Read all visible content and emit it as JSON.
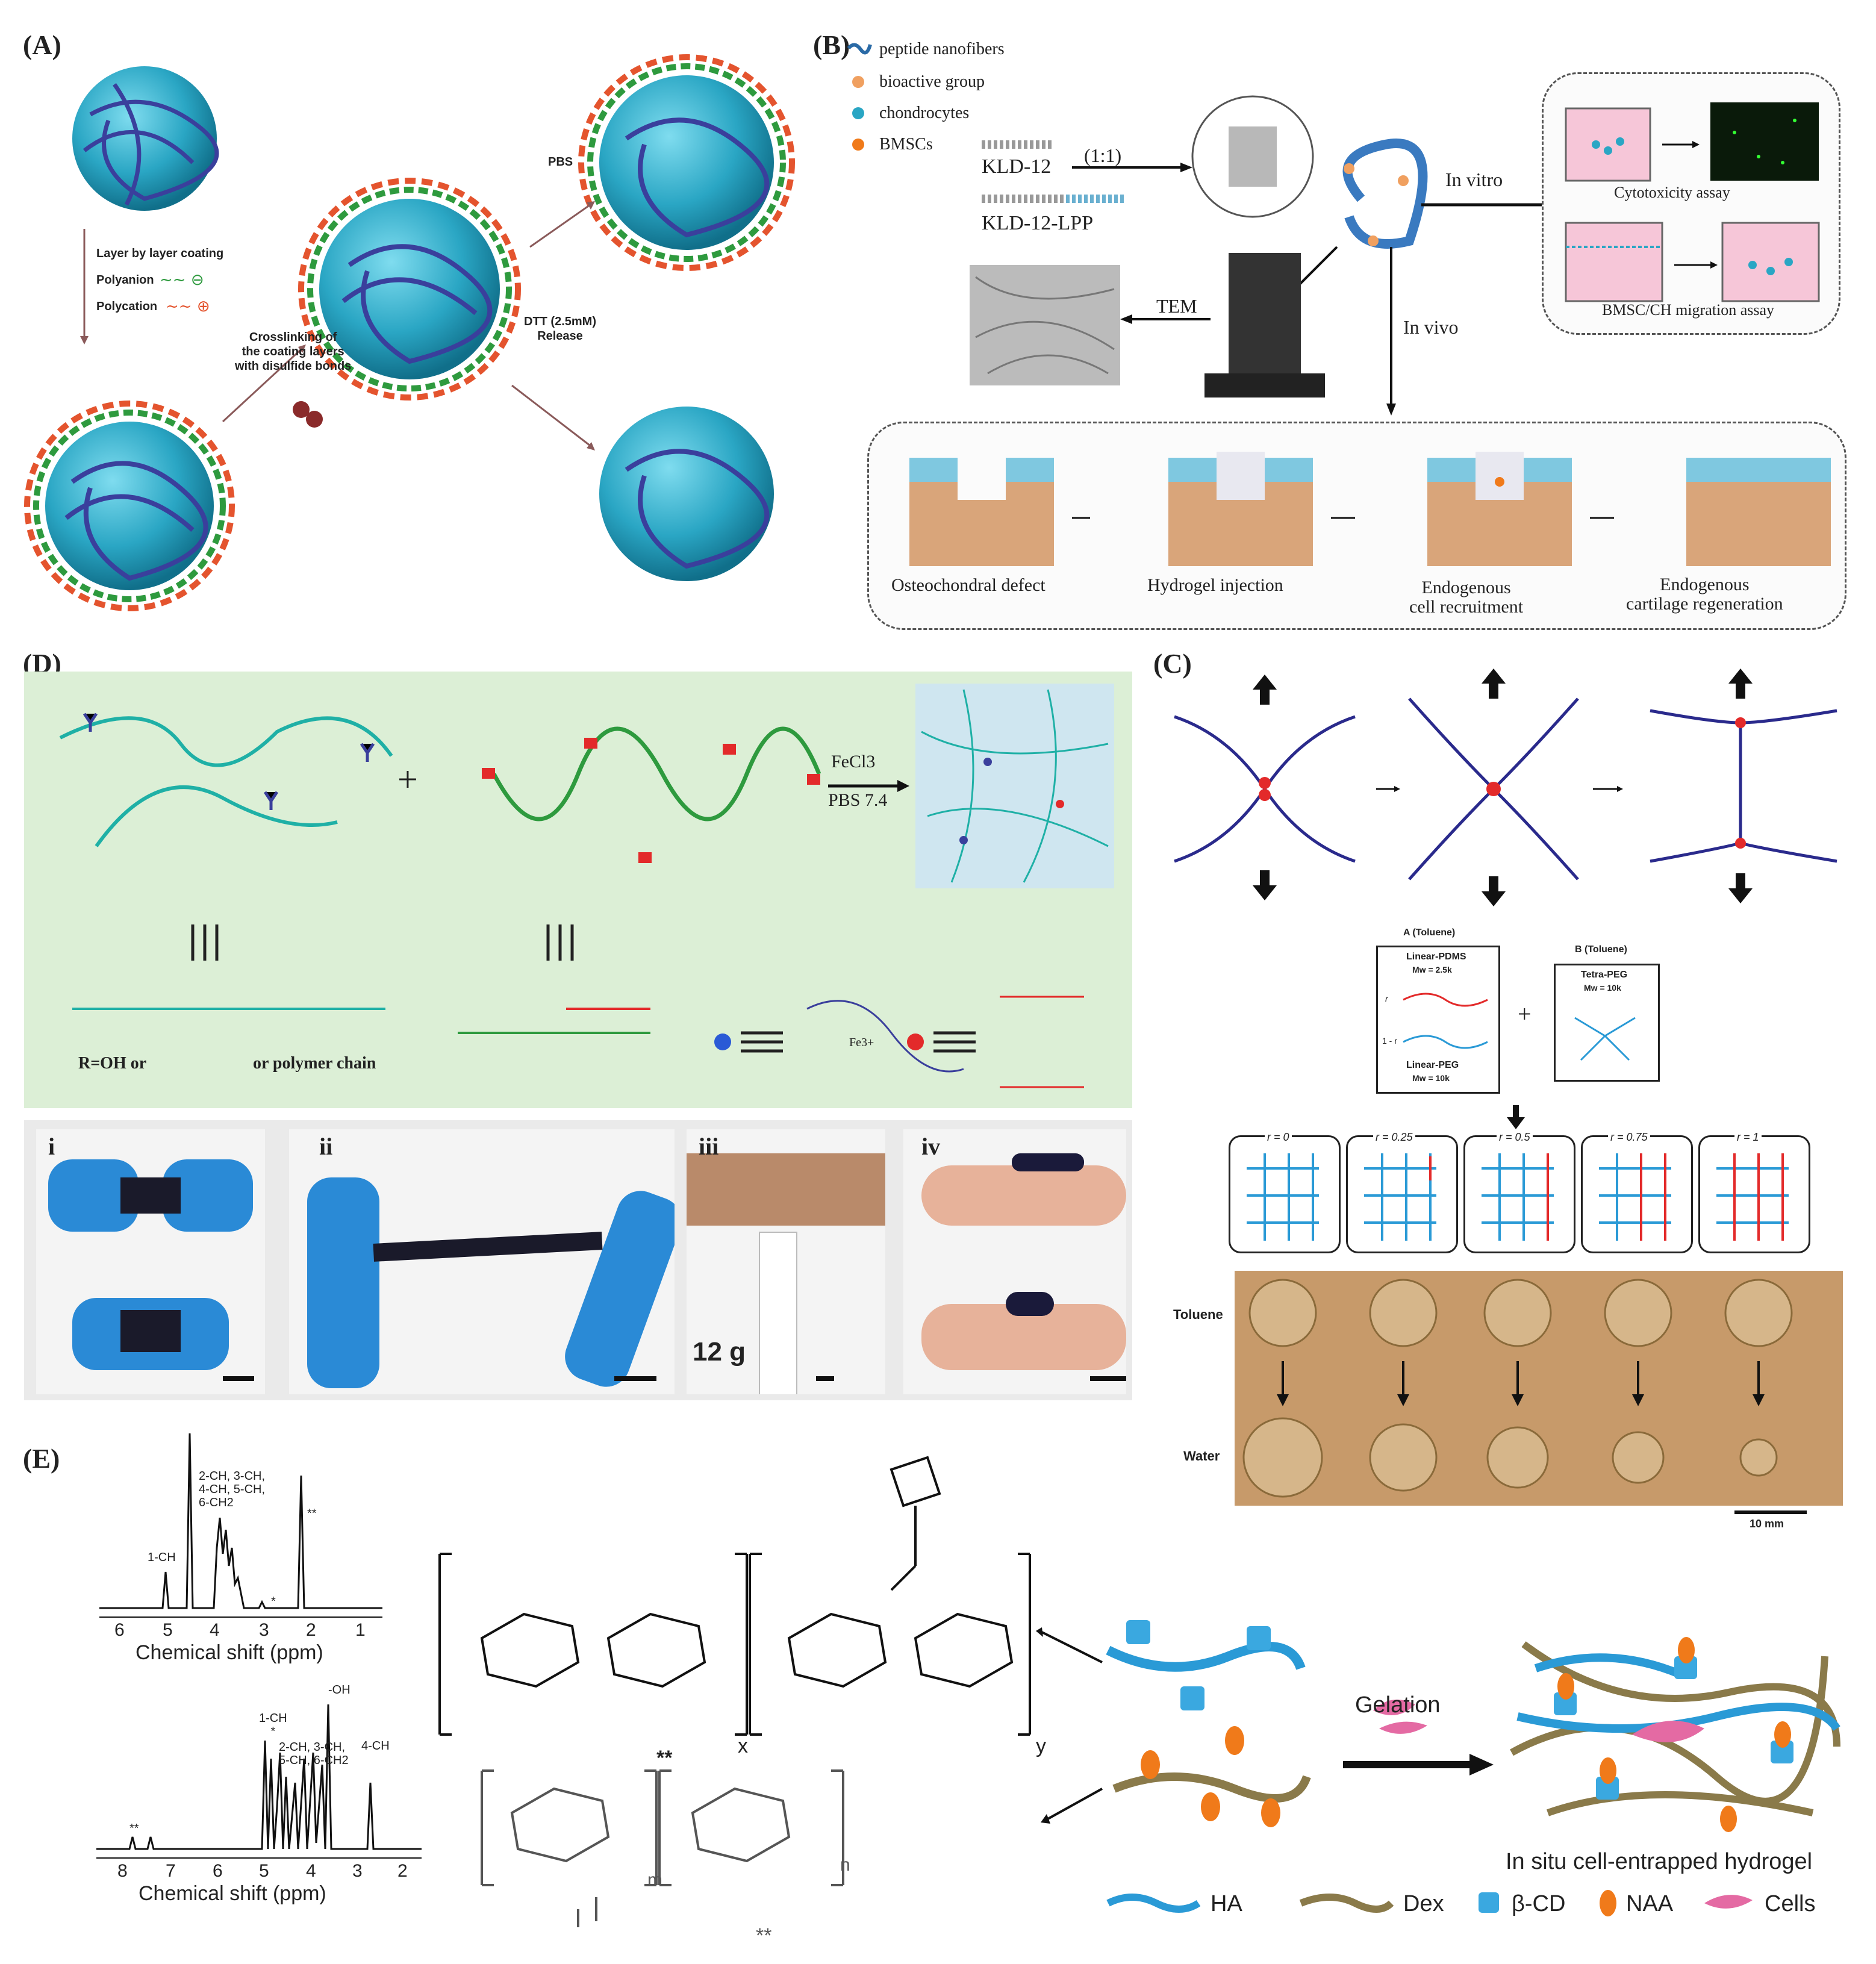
{
  "panelA": {
    "letter": "(A)",
    "layer_coating": "Layer by layer coating",
    "polyanion": "Polyanion",
    "polycation": "Polycation",
    "crosslink": "Crosslinking of\nthe coating layers\nwith disulfide bonds",
    "pbs": "PBS",
    "dtt": "DTT (2.5mM)\nRelease"
  },
  "panelB": {
    "letter": "(B)",
    "legend": [
      "peptide nanofibers",
      "bioactive group",
      "chondrocytes",
      "BMSCs"
    ],
    "kld12": "KLD-12",
    "kld12lpp": "KLD-12-LPP",
    "ratio": "(1:1)",
    "in_vitro": "In vitro",
    "in_vivo": "In vivo",
    "tem": "TEM",
    "cytotox": "Cytotoxicity assay",
    "migration": "BMSC/CH  migration assay",
    "steps": [
      "Osteochondral defect",
      "Hydrogel injection",
      "Endogenous\ncell recruitment",
      "Endogenous\ncartilage regeneration"
    ]
  },
  "panelC": {
    "letter": "(C)",
    "boxA_title": "A (Toluene)",
    "linear_pdms": "Linear-PDMS",
    "mw_pdms": "Mw = 2.5k",
    "r_label": "r",
    "one_minus_r": "1 - r",
    "linear_peg": "Linear-PEG",
    "mw_peg": "Mw = 10k",
    "boxB_title": "B (Toluene)",
    "tetra_peg": "Tetra-PEG",
    "mw_tetra": "Mw = 10k",
    "plus": "+",
    "r_values": [
      "r = 0",
      "r = 0.25",
      "r = 0.5",
      "r = 0.75",
      "r = 1"
    ],
    "toluene": "Toluene",
    "water": "Water",
    "scale": "10 mm"
  },
  "panelD": {
    "letter": "(D)",
    "fecl3": "FeCl3",
    "pbs": "PBS 7.4",
    "plus": "+",
    "r_eq": "R=OH or",
    "or_chain": "or polymer chain",
    "fe": "Fe3+",
    "photos": [
      "i",
      "ii",
      "iii",
      "iv"
    ],
    "weight": "12 g"
  },
  "panelE": {
    "letter": "(E)",
    "nmr1_peaks": [
      "2-CH, 3-CH,\n4-CH, 5-CH,\n6-CH2",
      "1-CH",
      "**",
      "*"
    ],
    "nmr1_ticks": [
      "6",
      "5",
      "4",
      "3",
      "2",
      "1"
    ],
    "nmr2_peaks": [
      "1-CH\n*",
      "2-CH, 3-CH,\n5-CH, 6-CH2",
      "-OH",
      "4-CH",
      "**"
    ],
    "nmr2_ticks": [
      "8",
      "7",
      "6",
      "5",
      "4",
      "3",
      "2"
    ],
    "xlabel": "Chemical shift (ppm)",
    "x": "x",
    "y": "y",
    "m": "m",
    "n": "n",
    "star2": "**",
    "gelation": "Gelation",
    "in_situ": "In situ cell-entrapped hydrogel",
    "legend": [
      "HA",
      "Dex",
      "β-CD",
      "NAA",
      "Cells"
    ]
  },
  "colors": {
    "sphere": "#2aa6c4",
    "network": "#3a3f9c",
    "polyanion": "#2e9a3e",
    "polycation": "#e4542e",
    "green_bg": "#dcefd6",
    "teal_chain": "#1fb0a6",
    "red_mark": "#e32a2a",
    "ha_blue": "#2a9ad6",
    "dex_olive": "#7a6a3a",
    "naa_orange": "#f07a1a",
    "cell_pink": "#e46aa3"
  }
}
